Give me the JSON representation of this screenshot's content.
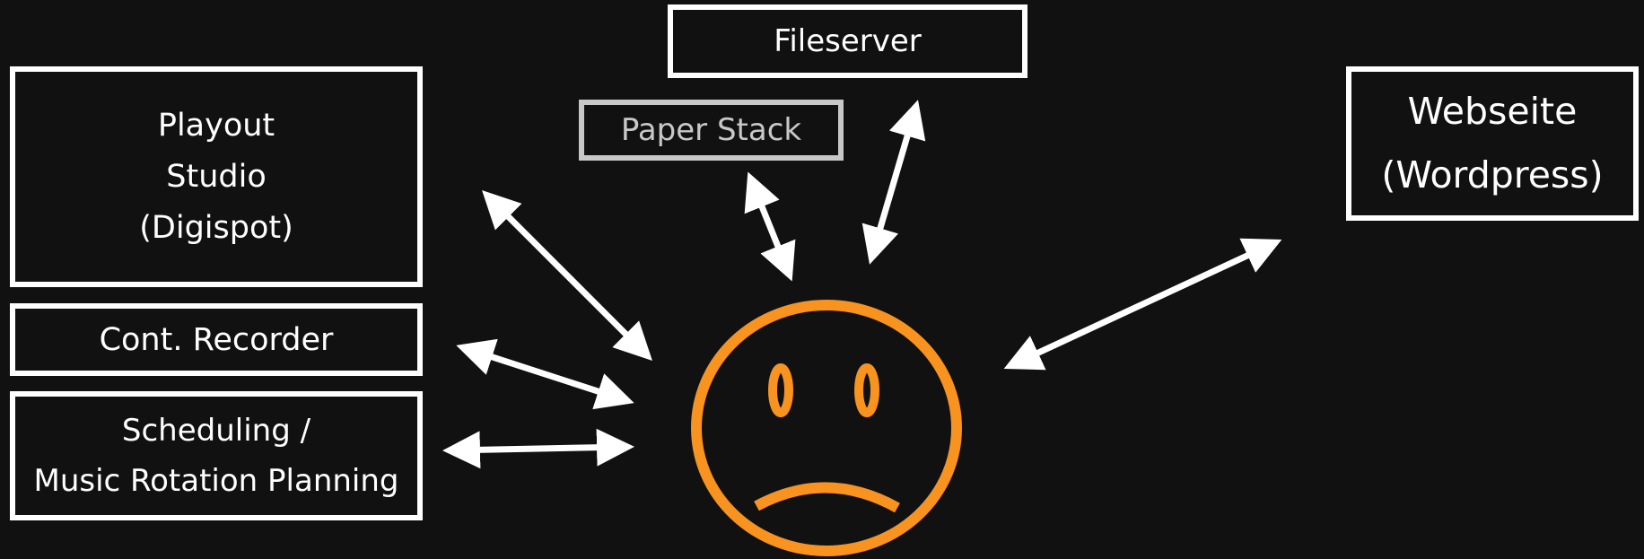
{
  "colors": {
    "background": "#111111",
    "box_border": "#ffffff",
    "box_text": "#ffffff",
    "muted": "#c8c8c8",
    "arrow": "#ffffff",
    "face": "#f7931e"
  },
  "boxes": {
    "playout": {
      "lines": [
        "Playout",
        "Studio",
        "(Digispot)"
      ]
    },
    "recorder": {
      "lines": [
        "Cont. Recorder"
      ]
    },
    "scheduling": {
      "lines": [
        "Scheduling /",
        "Music Rotation Planning"
      ]
    },
    "paper_stack": {
      "lines": [
        "Paper Stack"
      ]
    },
    "fileserver": {
      "lines": [
        "Fileserver"
      ]
    },
    "website": {
      "lines": [
        "Webseite",
        "(Wordpress)"
      ]
    }
  },
  "center": {
    "icon": "sad-face-icon"
  },
  "connections": [
    {
      "from": "playout",
      "to": "center",
      "direction": "both"
    },
    {
      "from": "recorder",
      "to": "center",
      "direction": "both"
    },
    {
      "from": "scheduling",
      "to": "center",
      "direction": "both"
    },
    {
      "from": "paper_stack",
      "to": "center",
      "direction": "both"
    },
    {
      "from": "fileserver",
      "to": "center",
      "direction": "both"
    },
    {
      "from": "website",
      "to": "center",
      "direction": "both"
    }
  ]
}
